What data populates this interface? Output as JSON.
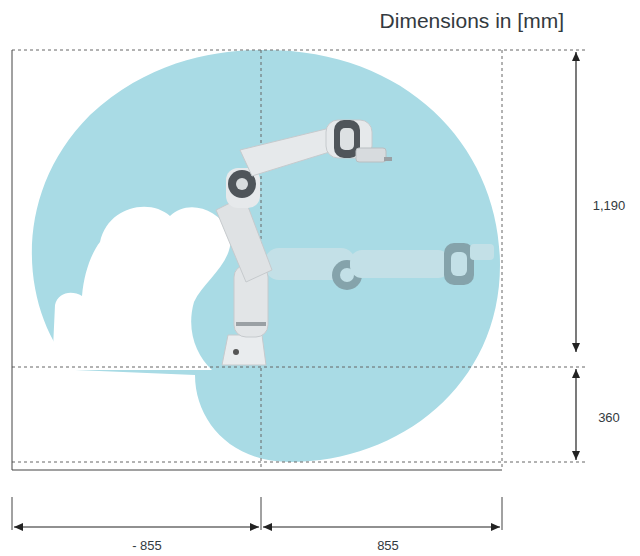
{
  "diagram": {
    "title": "Dimensions in [mm]",
    "labels": [
      "1,190",
      "360",
      "- 855",
      "855"
    ]
  }
}
